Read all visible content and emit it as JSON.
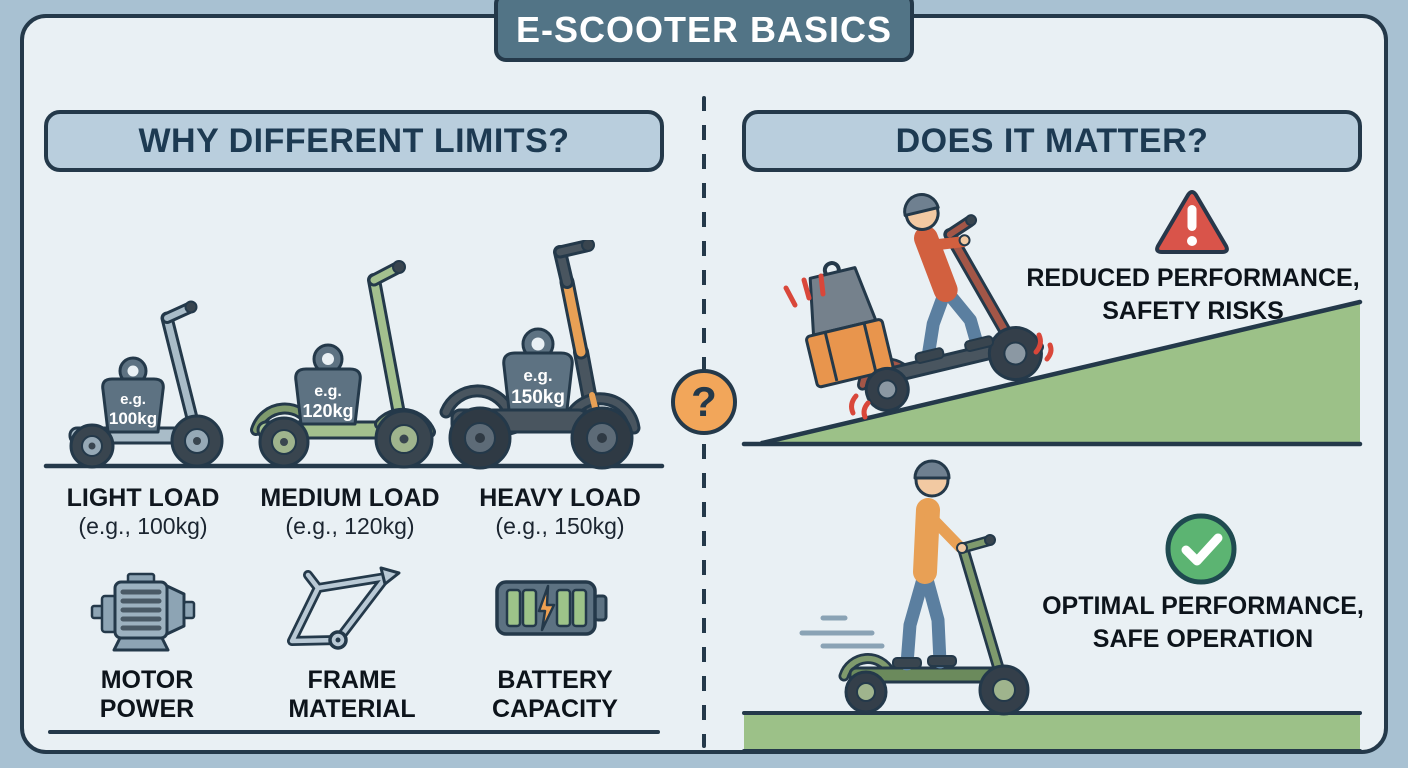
{
  "title": "E-SCOOTER BASICS",
  "question_badge": "?",
  "left_section": {
    "header": "WHY DIFFERENT LIMITS?",
    "loads": [
      {
        "tag_line1": "e.g.",
        "tag_line2": "100kg",
        "name": "LIGHT LOAD",
        "example": "(e.g., 100kg)"
      },
      {
        "tag_line1": "e.g.",
        "tag_line2": "120kg",
        "name": "MEDIUM LOAD",
        "example": "(e.g., 120kg)"
      },
      {
        "tag_line1": "e.g.",
        "tag_line2": "150kg",
        "name": "HEAVY LOAD",
        "example": "(e.g., 150kg)"
      }
    ],
    "factors": [
      {
        "icon": "motor-icon",
        "line1": "MOTOR",
        "line2": "POWER"
      },
      {
        "icon": "frame-icon",
        "line1": "FRAME",
        "line2": "MATERIAL"
      },
      {
        "icon": "battery-icon",
        "line1": "BATTERY",
        "line2": "CAPACITY"
      }
    ]
  },
  "right_section": {
    "header": "DOES IT MATTER?",
    "overloaded": {
      "icon": "warning-triangle-icon",
      "caption_line1": "REDUCED PERFORMANCE,",
      "caption_line2": "SAFETY RISKS"
    },
    "within_limit": {
      "icon": "check-circle-icon",
      "caption_line1": "OPTIMAL PERFORMANCE,",
      "caption_line2": "SAFE OPERATION"
    }
  },
  "colors": {
    "outer_background": "#a8c1d2",
    "panel_background": "#e9f0f4",
    "outline_ink": "#24394a",
    "header_fill": "#b9cedd",
    "title_fill": "#527486",
    "accent_orange": "#f2a65a",
    "warning_red": "#d9544a",
    "success_green": "#5cb472",
    "ground_green": "#9cc188",
    "weight_fill": "#5d7282"
  }
}
